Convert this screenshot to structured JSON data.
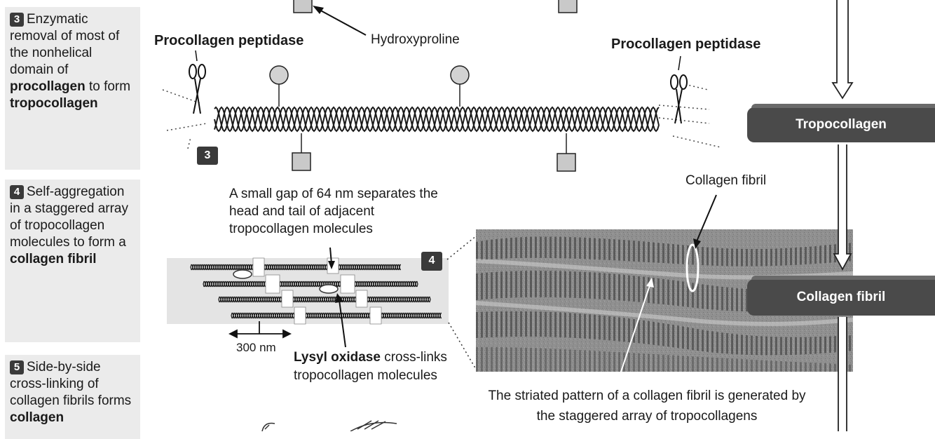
{
  "steps": [
    {
      "number": "3",
      "parts": [
        "Enzymatic removal of most of the nonhelical domain of ",
        "procollagen",
        " to form ",
        "tropocollagen"
      ]
    },
    {
      "number": "4",
      "parts": [
        "Self-aggregation in a staggered array of tropocollagen molecules to form a ",
        "collagen fibril"
      ]
    },
    {
      "number": "5",
      "parts": [
        "Side-by-side cross-linking of collagen fibrils forms ",
        "collagen"
      ]
    }
  ],
  "labels": {
    "hydroxyproline": "Hydroxyproline",
    "peptidase_left": "Procollagen peptidase",
    "peptidase_right": "Procollagen peptidase",
    "marker3": "3",
    "marker4": "4",
    "gap_note": "A small gap of 64 nm separates the head and tail of adjacent tropocollagen molecules",
    "scale": "300 nm",
    "lysyl_bold": "Lysyl oxidase",
    "lysyl_rest": " cross-links tropocollagen molecules",
    "fibril_callout": "Collagen fibril",
    "striated_note": "The striated pattern of a collagen fibril is generated by the staggered array of tropocollagens"
  },
  "stages": {
    "tropocollagen": "Tropocollagen",
    "collagen_fibril": "Collagen fibril"
  },
  "colors": {
    "stage_fill": "#4a4a4a",
    "step_bg": "#ebebeb",
    "badge": "#3a3a3a"
  }
}
